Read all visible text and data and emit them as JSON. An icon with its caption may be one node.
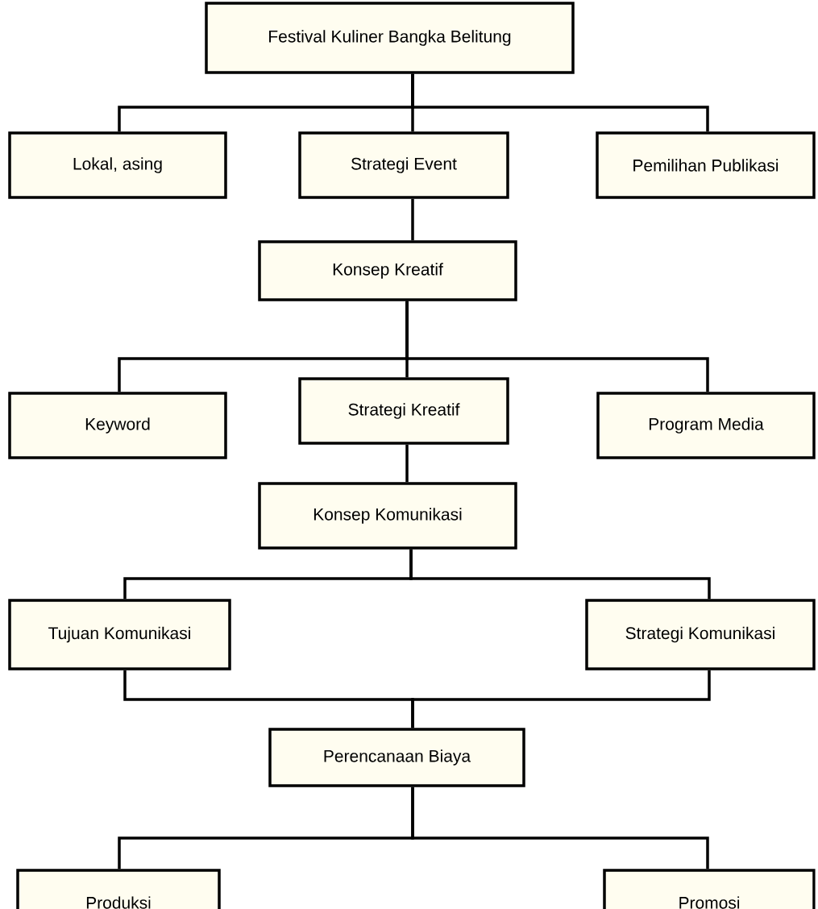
{
  "diagram": {
    "nodes": [
      {
        "text": [
          "Festival Kuliner Bangka Belitung"
        ]
      },
      {
        "text": [
          "Lokal, asing"
        ]
      },
      {
        "text": [
          "Strategi Event"
        ]
      },
      {
        "text": [
          "Pemilihan Publikasi"
        ]
      },
      {
        "text": [
          "Konsep Kreatif"
        ]
      },
      {
        "text": [
          "Keyword"
        ]
      },
      {
        "text": [
          "Strategi Kreatif"
        ]
      },
      {
        "text": [
          "Program Media"
        ]
      },
      {
        "text": [
          "Konsep Komunikasi"
        ]
      },
      {
        "text": [
          "Tujuan Komunikasi"
        ]
      },
      {
        "text": [
          "Strategi Komunikasi"
        ]
      },
      {
        "text": [
          "Perencanaan Biaya"
        ]
      },
      {
        "text": [
          "Produksi"
        ]
      },
      {
        "text": [
          "Promosi"
        ]
      }
    ],
    "edges": [
      {
        "from": 0,
        "to": 1,
        "arrow": "none"
      },
      {
        "from": 0,
        "to": 2,
        "arrow": "none"
      },
      {
        "from": 0,
        "to": 3,
        "arrow": "none"
      },
      {
        "from": 2,
        "to": 4,
        "arrow": "none"
      },
      {
        "from": 4,
        "to": 5,
        "arrow": "none"
      },
      {
        "from": 4,
        "to": 6,
        "arrow": "none"
      },
      {
        "from": 4,
        "to": 7,
        "arrow": "none"
      },
      {
        "from": 6,
        "to": 8,
        "arrow": "none"
      },
      {
        "from": 8,
        "to": 9,
        "arrow": "none"
      },
      {
        "from": 8,
        "to": 10,
        "arrow": "none"
      },
      {
        "from": 9,
        "to": 11,
        "arrow": "none"
      },
      {
        "from": 10,
        "to": 11,
        "arrow": "none"
      },
      {
        "from": 11,
        "to": 12,
        "arrow": "none"
      },
      {
        "from": 11,
        "to": 13,
        "arrow": "none"
      }
    ]
  }
}
